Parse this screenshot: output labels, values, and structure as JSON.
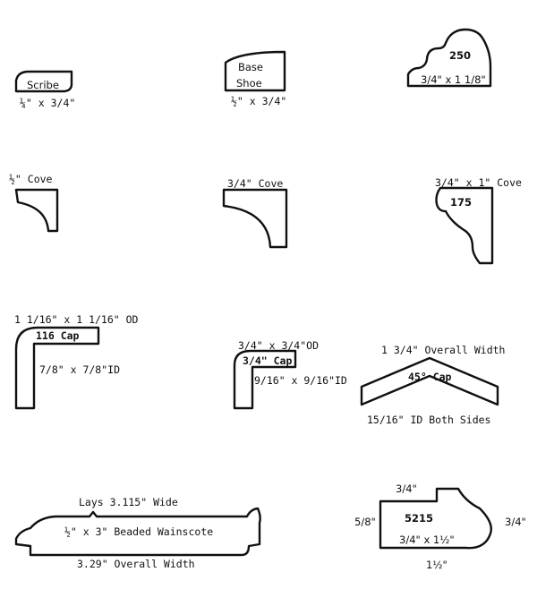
{
  "profiles": {
    "scribe": {
      "name": "Scribe",
      "size": "¼\" x 3/4\""
    },
    "base_shoe": {
      "name_line1": "Base",
      "name_line2": "Shoe",
      "size": "½\" x 3/4\""
    },
    "p250": {
      "number": "250",
      "size": "3/4\" x 1 1/8\""
    },
    "cove_half": {
      "label": "½\" Cove"
    },
    "cove_34": {
      "label": "3/4\" Cove"
    },
    "cove_175": {
      "label": "3/4\" x 1\" Cove",
      "number": "175"
    },
    "cap_116": {
      "od": "1 1/16\" x 1 1/16\" OD",
      "name": "116 Cap",
      "id": "7/8\" x 7/8\"ID"
    },
    "cap_34": {
      "od": "3/4\" x 3/4\"OD",
      "name": "3/4\" Cap",
      "id": "9/16\" x 9/16\"ID"
    },
    "cap_45": {
      "overall": "1 3/4\" Overall Width",
      "name": "45° Cap",
      "id": "15/16\" ID Both Sides"
    },
    "wainscote": {
      "lays": "Lays 3.115\" Wide",
      "name": "½\" x 3\" Beaded Wainscote",
      "overall": "3.29\" Overall Width"
    },
    "p5215": {
      "top": "3/4\"",
      "left": "5/8\"",
      "right": "3/4\"",
      "number": "5215",
      "size": "3/4\" x 1½\"",
      "bottom": "1½\""
    }
  }
}
